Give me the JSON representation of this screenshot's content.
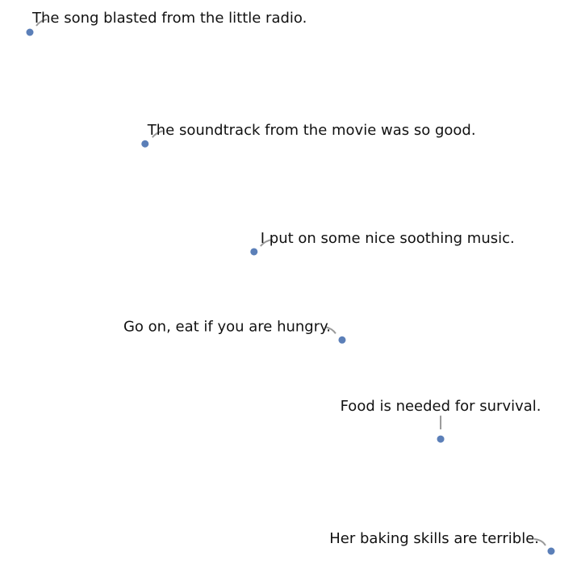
{
  "chart_data": {
    "type": "scatter",
    "title": "",
    "xlabel": "",
    "ylabel": "",
    "grid": false,
    "axes_visible": false,
    "xlim": [
      0,
      1
    ],
    "ylim": [
      0,
      1
    ],
    "point_color": "#5b7fb8",
    "connector_color": "#999999",
    "points": [
      {
        "x": 0.0,
        "y": 1.0,
        "label": "The song blasted from the little radio."
      },
      {
        "x": 0.221,
        "y": 0.785,
        "label": "The soundtrack from the movie was so good."
      },
      {
        "x": 0.43,
        "y": 0.577,
        "label": "I put on some nice soothing music."
      },
      {
        "x": 0.599,
        "y": 0.407,
        "label": "Go on, eat if you are hungry."
      },
      {
        "x": 0.788,
        "y": 0.216,
        "label": "Food is needed for survival."
      },
      {
        "x": 1.0,
        "y": 0.0,
        "label": "Her baking skills are terrible."
      }
    ]
  }
}
